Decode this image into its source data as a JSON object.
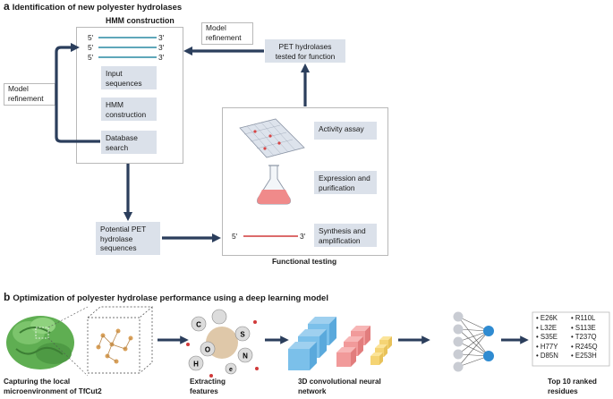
{
  "panel_a": {
    "letter": "a",
    "title": "Identification of new polyester hydrolases",
    "hmm_title": "HMM construction",
    "seq_prime5": "5′",
    "seq_prime3": "3′",
    "step_input": "Input sequences",
    "step_hmm": "HMM construction",
    "step_db": "Database search",
    "model_refinement_top": "Model refinement",
    "model_refinement_left": "Model refinement",
    "pet_tested": "PET hydrolases tested for function",
    "activity_assay": "Activity assay",
    "expression": "Expression and purification",
    "synthesis": "Synthesis and amplification",
    "functional_testing": "Functional testing",
    "potential": "Potential PET hydrolase sequences"
  },
  "panel_b": {
    "letter": "b",
    "title": "Optimization of polyester hydrolase performance using a deep learning model",
    "capturing": "Capturing the local microenvironment of TfCut2",
    "extracting": "Extracting features",
    "cnn": "3D convolutional neural network",
    "top10": "Top 10 ranked residues",
    "residues_col1": [
      "E26K",
      "L32E",
      "S35E",
      "H77Y",
      "D85N"
    ],
    "residues_col2": [
      "R110L",
      "S113E",
      "T237Q",
      "R245Q",
      "E253H"
    ],
    "atoms": [
      "C",
      "S",
      "O",
      "N",
      "H",
      "e"
    ]
  },
  "colors": {
    "arrow": "#2b3e5c",
    "gray_box": "#dbe1ea",
    "seq_line": "#2a8aa3",
    "red_line": "#d13a3a"
  }
}
